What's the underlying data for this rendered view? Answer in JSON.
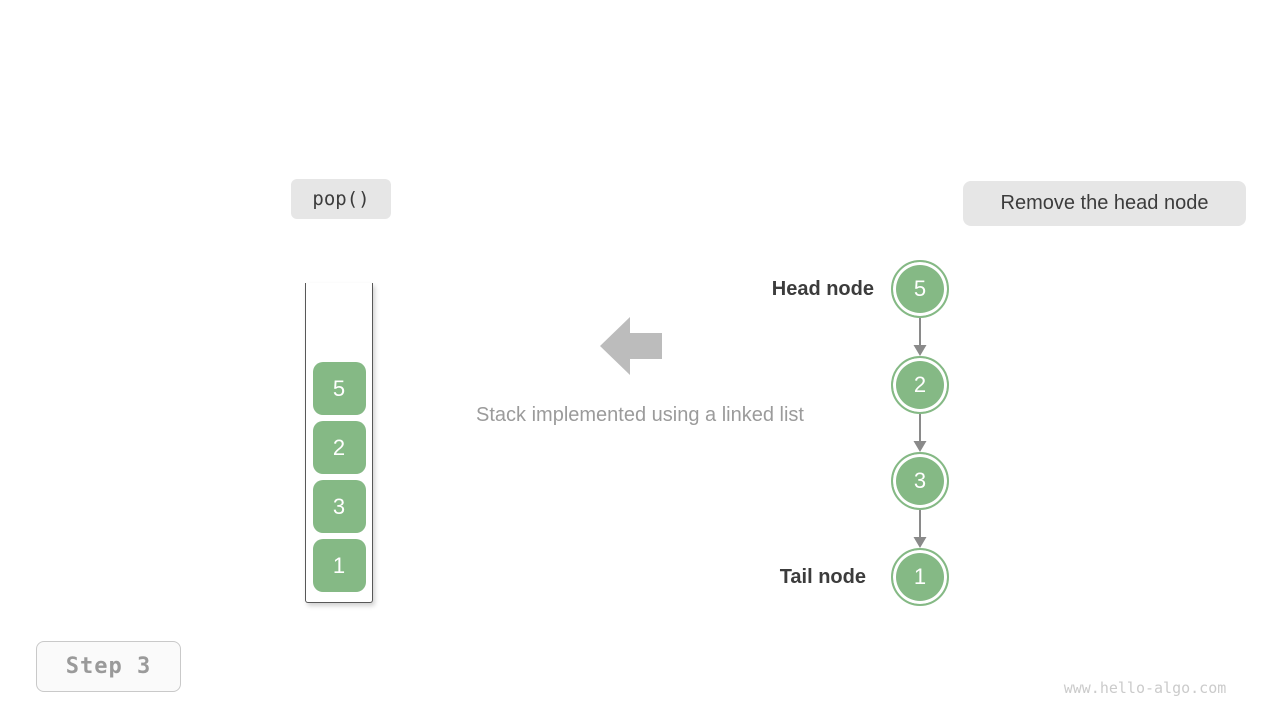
{
  "operation": {
    "method_label": "pop()",
    "description": "Remove the head node"
  },
  "caption": "Stack implemented using a linked list",
  "stack": {
    "items": [
      "5",
      "2",
      "3",
      "1"
    ]
  },
  "linked_list": {
    "head_label": "Head node",
    "tail_label": "Tail node",
    "nodes": [
      "5",
      "2",
      "3",
      "1"
    ]
  },
  "footer": {
    "step_label": "Step 3",
    "watermark": "www.hello-algo.com"
  },
  "colors": {
    "node_green": "#85b985",
    "node_ring_white": "#ffffff",
    "big_arrow_gray": "#bcbcbc",
    "connector_gray": "#8a8a8a",
    "label_bg": "#e6e6e6",
    "dark_text": "#3c3c3c",
    "muted_text": "#9b9b9b",
    "container_border": "#585858",
    "step_text": "#9a9a9a",
    "watermark_text": "#cbcbcb"
  }
}
